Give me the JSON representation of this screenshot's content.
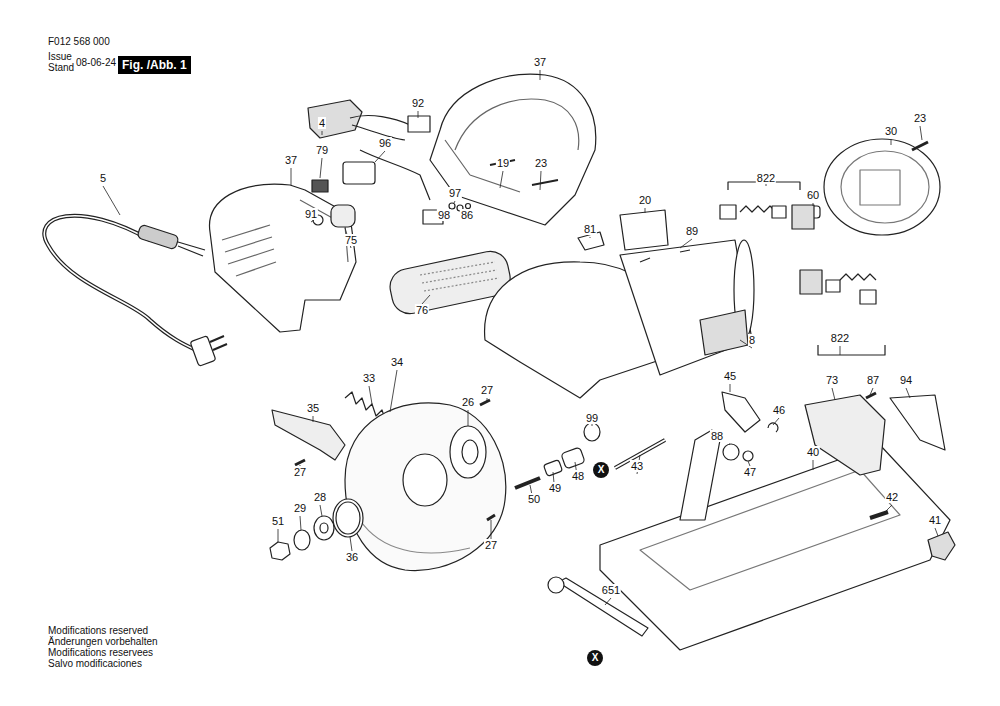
{
  "diagram": {
    "nodes": [
      {
        "text": [
          "Fig. /Abb. 1"
        ]
      },
      {
        "text": [
          "X"
        ]
      },
      {
        "text": [
          "X"
        ]
      }
    ],
    "labels": [
      "F012 568 000",
      "Issue",
      "Stand",
      "08-06-24",
      "37",
      "92",
      "4",
      "23",
      "30",
      "96",
      "37",
      "79",
      "19",
      "23",
      "5",
      "822",
      "97",
      "60",
      "20",
      "91",
      "98",
      "86",
      "81",
      "89",
      "75",
      "76",
      "8",
      "34",
      "33",
      "45",
      "73",
      "87",
      "94",
      "822",
      "99",
      "27",
      "35",
      "26",
      "46",
      "88",
      "40",
      "47",
      "43",
      "27",
      "48",
      "28",
      "42",
      "49",
      "29",
      "50",
      "41",
      "51",
      "27",
      "36",
      "651",
      "Modifications reserved",
      "Änderungen vorbehalten",
      "Modifications reservees",
      "Salvo modificaciones"
    ]
  }
}
